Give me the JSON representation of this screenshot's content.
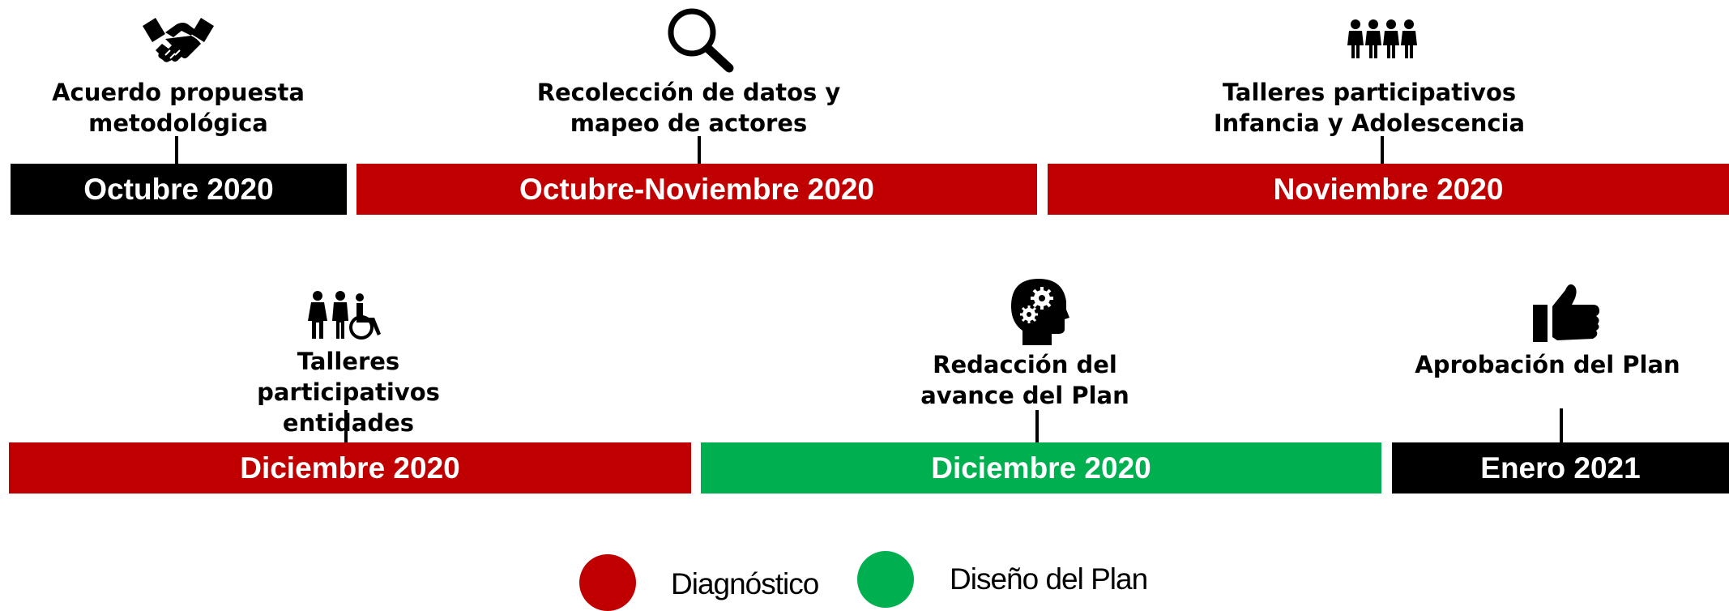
{
  "colors": {
    "diagnostico": "#c00000",
    "diseno": "#00b050",
    "neutral": "#000000"
  },
  "row1": [
    {
      "icon": "handshake-icon",
      "caption": [
        "Acuerdo propuesta",
        "metodológica"
      ],
      "date": "Octubre 2020",
      "color": "#000000"
    },
    {
      "icon": "magnifier-icon",
      "caption": [
        "Recolección de datos y",
        "mapeo de actores"
      ],
      "date": "Octubre-Noviembre 2020",
      "color": "#c00000"
    },
    {
      "icon": "children-group-icon",
      "caption": [
        "Talleres participativos",
        "Infancia y Adolescencia"
      ],
      "date": "Noviembre 2020",
      "color": "#c00000"
    }
  ],
  "row2": [
    {
      "icon": "people-wheelchair-icon",
      "caption": [
        "Talleres",
        "participativos",
        "entidades"
      ],
      "date": "Diciembre 2020",
      "color": "#c00000"
    },
    {
      "icon": "head-gears-icon",
      "caption": [
        "Redacción del",
        "avance del Plan"
      ],
      "date": "Diciembre 2020",
      "color": "#00b050"
    },
    {
      "icon": "thumbs-up-icon",
      "caption": [
        "Aprobación del Plan"
      ],
      "date": "Enero 2021",
      "color": "#000000"
    }
  ],
  "legend": [
    {
      "label": "Diagnóstico",
      "color": "#c00000"
    },
    {
      "label": "Diseño del Plan",
      "color": "#00b050"
    }
  ]
}
